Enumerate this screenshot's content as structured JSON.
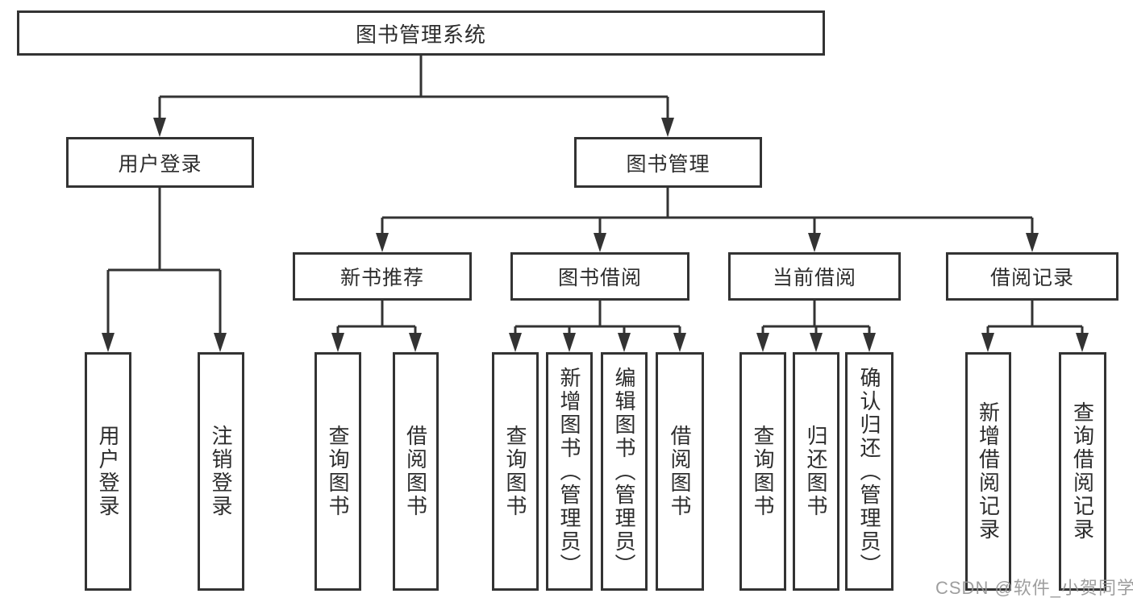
{
  "diagram": {
    "root": {
      "label": "图书管理系统"
    },
    "branches": [
      {
        "label": "用户登录",
        "children": [
          "用户登录",
          "注销登录"
        ]
      },
      {
        "label": "图书管理",
        "sections": [
          {
            "label": "新书推荐",
            "children": [
              "查询图书",
              "借阅图书"
            ]
          },
          {
            "label": "图书借阅",
            "children": [
              "查询图书",
              "新增图书（管理员）",
              "编辑图书（管理员）",
              "借阅图书"
            ]
          },
          {
            "label": "当前借阅",
            "children": [
              "查询图书",
              "归还图书",
              "确认归还（管理员）"
            ]
          },
          {
            "label": "借阅记录",
            "children": [
              "新增借阅记录",
              "查询借阅记录"
            ]
          }
        ]
      }
    ],
    "watermark": "CSDN @软件_小贺同学",
    "colors": {
      "line": "#333333",
      "text": "#2d2d2d",
      "watermark": "#949494",
      "background": "#ffffff"
    }
  }
}
